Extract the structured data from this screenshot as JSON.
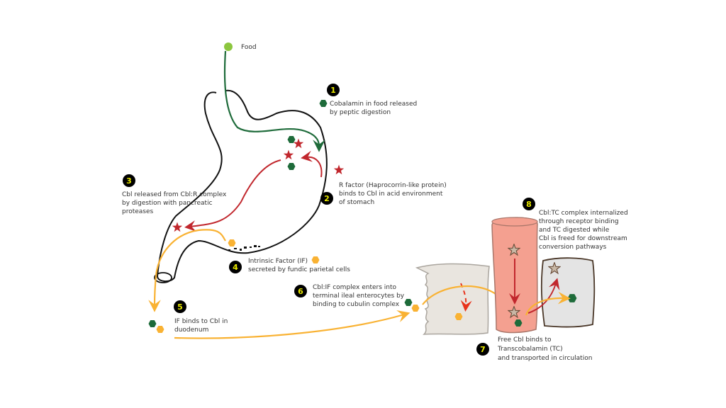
{
  "colors": {
    "green": "#1e6b3a",
    "red": "#c1272d",
    "orange": "#f9b233",
    "vessel": "#f4a090",
    "cell": "#e9e5df",
    "tissue": "#e4e4e4",
    "badge": "#000000",
    "badge_text": "#e8e800"
  },
  "food_label": "Food",
  "steps": [
    {
      "num": "1",
      "lines": [
        "Cobalamin in food released",
        "by peptic digestion"
      ]
    },
    {
      "num": "2",
      "lines": [
        "R factor (Haprocorrin-like protein)",
        "binds to Cbl in acid environment",
        "of stomach"
      ]
    },
    {
      "num": "3",
      "lines": [
        "Cbl released from Cbl:R complex",
        "by digestion with pancreatic",
        "proteases"
      ]
    },
    {
      "num": "4",
      "lines": [
        "Intrinsic Factor (IF)",
        "secreted by fundic parietal cells"
      ]
    },
    {
      "num": "5",
      "lines": [
        "IF binds to Cbl in",
        "duodenum"
      ]
    },
    {
      "num": "6",
      "lines": [
        "Cbl:IF complex enters into",
        "terminal ileal enterocytes by",
        "binding to cubulin complex"
      ]
    },
    {
      "num": "7",
      "lines": [
        "Free Cbl binds to",
        "Transcobalamin (TC)",
        "and transported in circulation"
      ]
    },
    {
      "num": "8",
      "lines": [
        "Cbl:TC complex internalized",
        "through receptor binding",
        "and TC digested while",
        "Cbl is freed for downstream",
        "conversion pathways"
      ]
    }
  ]
}
